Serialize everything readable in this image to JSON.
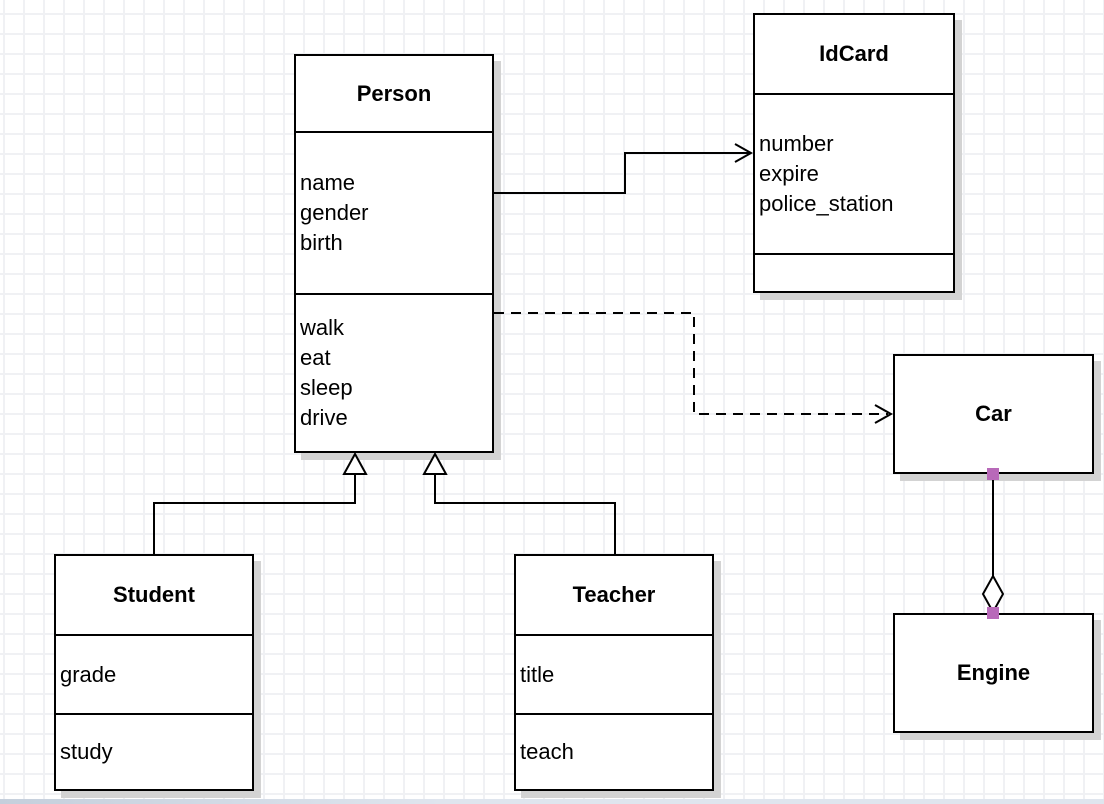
{
  "canvas": {
    "kind": "uml-class-diagram",
    "grid_line_color": "#f0f1f4",
    "line_color": "#000000",
    "box_fill": "#ffffff",
    "shadow_color": "#d3d3d3",
    "handle_color": "#b869b9",
    "bottom_bar_color": "#c5cfdc"
  },
  "classes": {
    "person": {
      "title": "Person",
      "attributes": [
        "name",
        "gender",
        "birth"
      ],
      "methods": [
        "walk",
        "eat",
        "sleep",
        "drive"
      ]
    },
    "idcard": {
      "title": "IdCard",
      "attributes": [
        "number",
        "expire",
        "police_station"
      ],
      "methods": []
    },
    "car": {
      "title": "Car",
      "attributes": [],
      "methods": []
    },
    "engine": {
      "title": "Engine",
      "attributes": [],
      "methods": []
    },
    "student": {
      "title": "Student",
      "attributes": [
        "grade"
      ],
      "methods": [
        "study"
      ]
    },
    "teacher": {
      "title": "Teacher",
      "attributes": [
        "title"
      ],
      "methods": [
        "teach"
      ]
    }
  },
  "relations": [
    {
      "type": "association",
      "from": "Person",
      "to": "IdCard",
      "line": "solid",
      "end": "open-arrow"
    },
    {
      "type": "dependency",
      "from": "Person",
      "to": "Car",
      "line": "dashed",
      "end": "open-arrow"
    },
    {
      "type": "generalization",
      "from": "Student",
      "to": "Person",
      "line": "solid",
      "end": "hollow-triangle"
    },
    {
      "type": "generalization",
      "from": "Teacher",
      "to": "Person",
      "line": "solid",
      "end": "hollow-triangle"
    },
    {
      "type": "aggregation",
      "from": "Car",
      "to": "Engine",
      "line": "solid",
      "end": "hollow-diamond"
    }
  ]
}
